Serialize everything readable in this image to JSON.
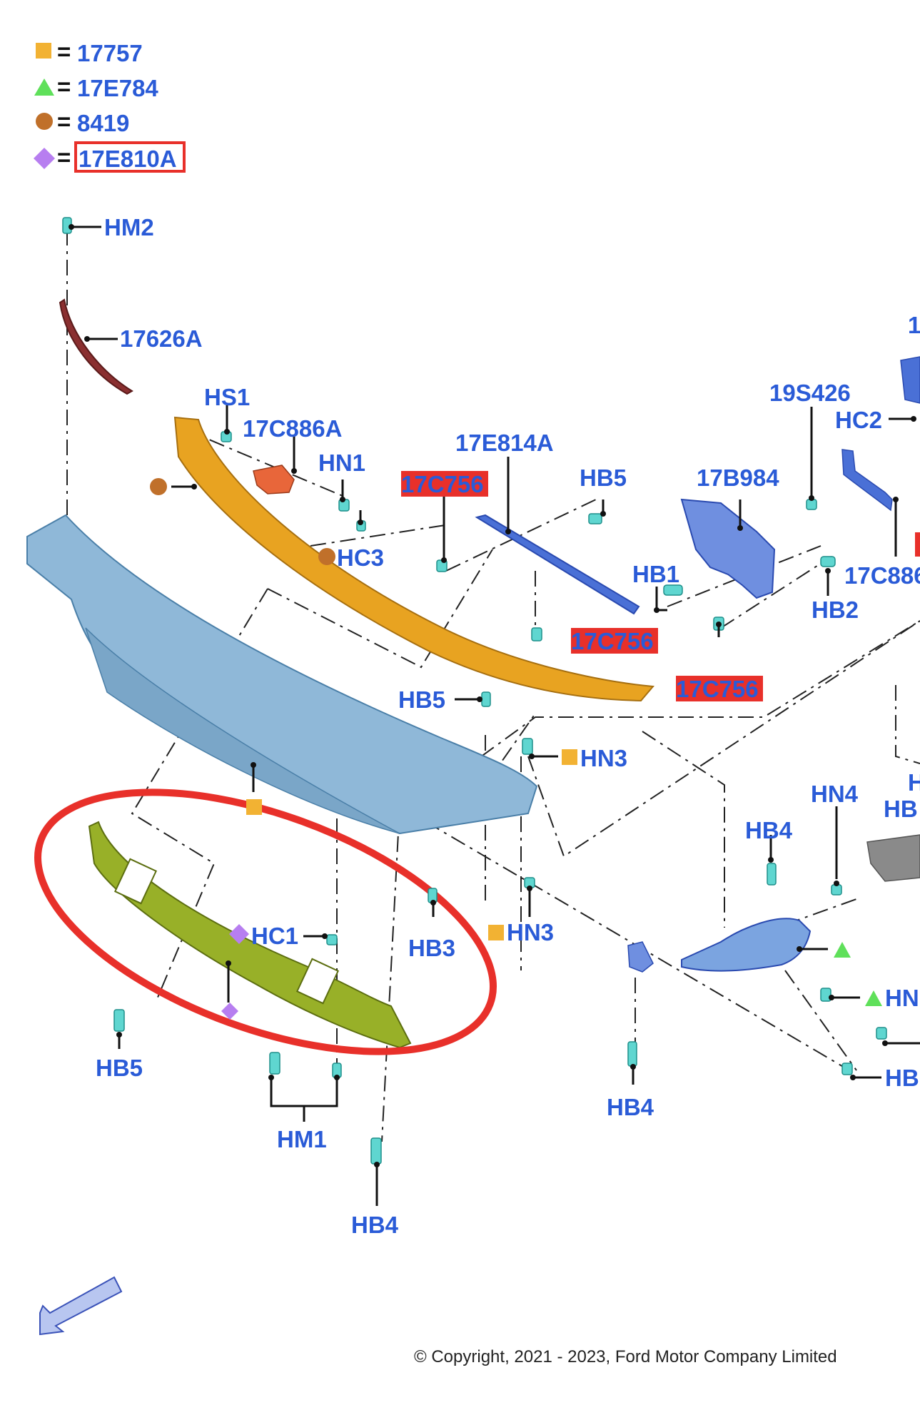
{
  "legend": [
    {
      "symbol": "square",
      "color": "#f2b233",
      "eq": "=",
      "code": "17757"
    },
    {
      "symbol": "triangle",
      "color": "#5fe05a",
      "eq": "=",
      "code": "17E784"
    },
    {
      "symbol": "circle",
      "color": "#c0702a",
      "eq": "=",
      "code": "8419"
    },
    {
      "symbol": "diamond",
      "color": "#b77ef0",
      "eq": "=",
      "code": "17E810A",
      "highlighted": true
    }
  ],
  "labels": {
    "hm2": "HM2",
    "p17626a": "17626A",
    "hs1": "HS1",
    "p17c886a": "17C886A",
    "hn1": "HN1",
    "hc3": "HC3",
    "p17c756_a": "17C756",
    "p17e814a": "17E814A",
    "hb5_top": "HB5",
    "p17b984": "17B984",
    "p19s426": "19S426",
    "hc2": "HC2",
    "cut_1": "1",
    "p17c886_cut": "17C886",
    "hb1": "HB1",
    "hb2": "HB2",
    "p17c756_b": "17C756",
    "p17c756_c": "17C756",
    "hb5_mid": "HB5",
    "hn3_top": "HN3",
    "hn4": "HN4",
    "h_cut": "H",
    "hb_cut1": "HB",
    "hb4_right": "HB4",
    "hc1": "HC1",
    "hb3_cut": "HB3",
    "hn3_low": "HN3",
    "hn_cut": "HN",
    "hb_cut2": "HB",
    "hb5_low": "HB5",
    "hm1": "HM1",
    "hb4_mid": "HB4",
    "hb4_low": "HB4"
  },
  "colors": {
    "label_blue": "#2a5bd7",
    "highlight_red": "#e8302a",
    "bumper_blue": "#8fb8d8",
    "lip_gold": "#e8a321",
    "skid_green": "#98b028",
    "bracket_blue": "#4a70d6"
  },
  "icons": {
    "orientation": "arrow-left-down-icon"
  },
  "copyright": "© Copyright, 2021 - 2023, Ford Motor Company Limited"
}
